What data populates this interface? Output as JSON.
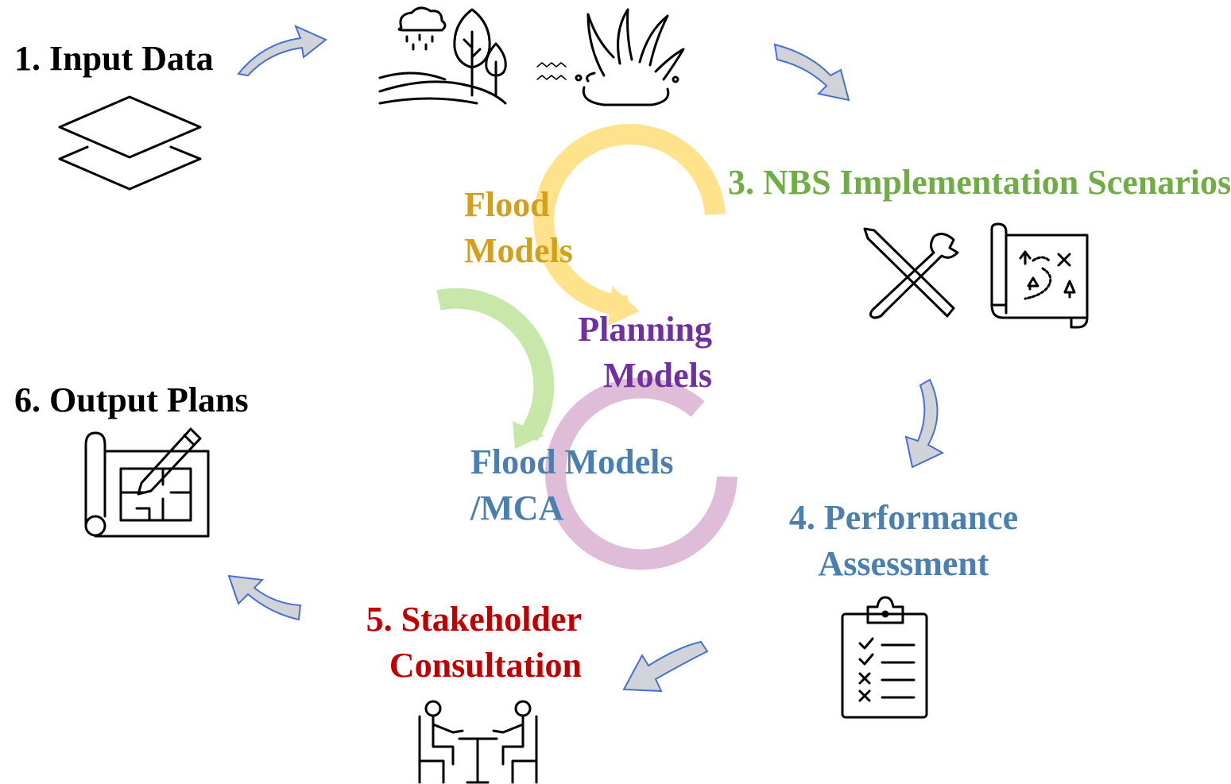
{
  "steps": {
    "input": {
      "label": "1. Input Data"
    },
    "scenarios": {
      "label": "3. NBS Implementation Scenarios"
    },
    "performance": {
      "line1": "4. Performance",
      "line2": "Assessment"
    },
    "stakeholder": {
      "line1": "5. Stakeholder",
      "line2": "Consultation"
    },
    "output": {
      "label": "6. Output Plans"
    }
  },
  "models": {
    "flood": {
      "line1": "Flood",
      "line2": "Models"
    },
    "planning": {
      "line1": "Planning",
      "line2": "Models"
    },
    "flood_mca": {
      "line1": "Flood Models",
      "line2": "/MCA"
    }
  },
  "colors": {
    "arrow_fill": "#d0d3d8",
    "arrow_stroke": "#4a6fcf",
    "flood_arc": "#ffd966",
    "planning_arc": "#b5e08c",
    "mca_arc": "#d4a5c9",
    "step3": "#70ad47",
    "step4": "#4a7fb0",
    "step5": "#c00000",
    "flood_text": "#d4a01a",
    "planning_text": "#7030a0"
  },
  "icons": [
    "layers-icon",
    "rain-cloud-icon",
    "trees-hills-icon",
    "water-waves-icon",
    "water-splash-icon",
    "tools-icon",
    "map-icon",
    "clipboard-checklist-icon",
    "meeting-people-icon",
    "blueprint-pencil-icon"
  ]
}
